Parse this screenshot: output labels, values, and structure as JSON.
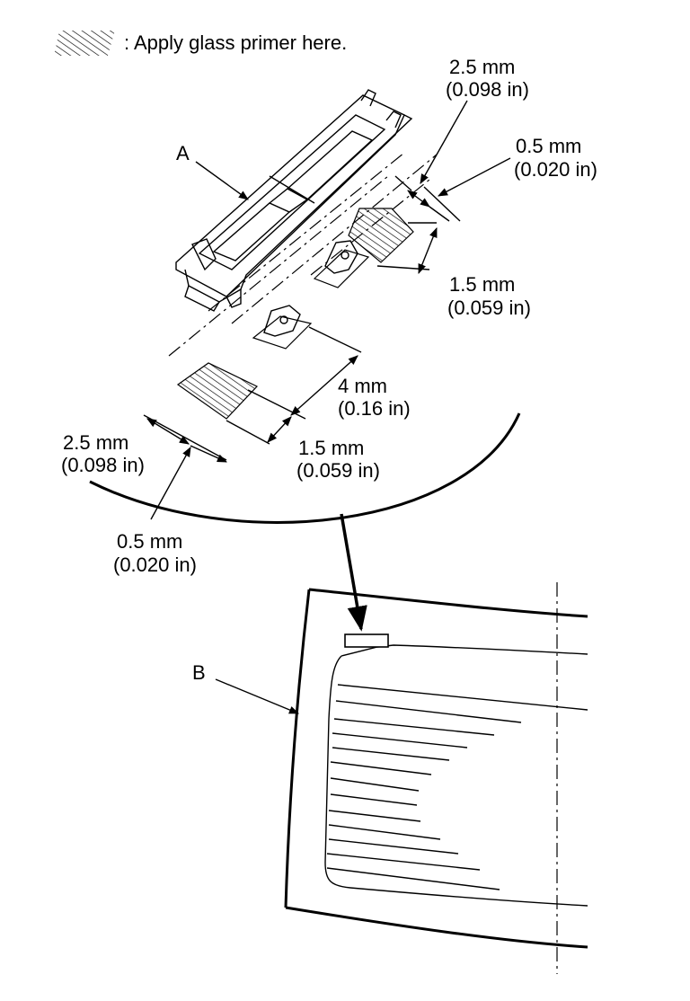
{
  "legend": {
    "text": ": Apply glass primer here."
  },
  "callouts": {
    "a": "A",
    "b": "B"
  },
  "dimensions": {
    "top_2_5_mm": "2.5 mm",
    "top_2_5_in": "(0.098 in)",
    "top_0_5_mm": "0.5 mm",
    "top_0_5_in": "(0.020 in)",
    "right_1_5_mm": "1.5 mm",
    "right_1_5_in": "(0.059 in)",
    "mid_4_mm": "4 mm",
    "mid_4_in": "(0.16 in)",
    "left_2_5_mm": "2.5 mm",
    "left_2_5_in": "(0.098 in)",
    "bottom_1_5_mm": "1.5 mm",
    "bottom_1_5_in": "(0.059 in)",
    "bottom_0_5_mm": "0.5 mm",
    "bottom_0_5_in": "(0.020 in)"
  },
  "colors": {
    "ink": "#000000",
    "paper": "#ffffff"
  }
}
